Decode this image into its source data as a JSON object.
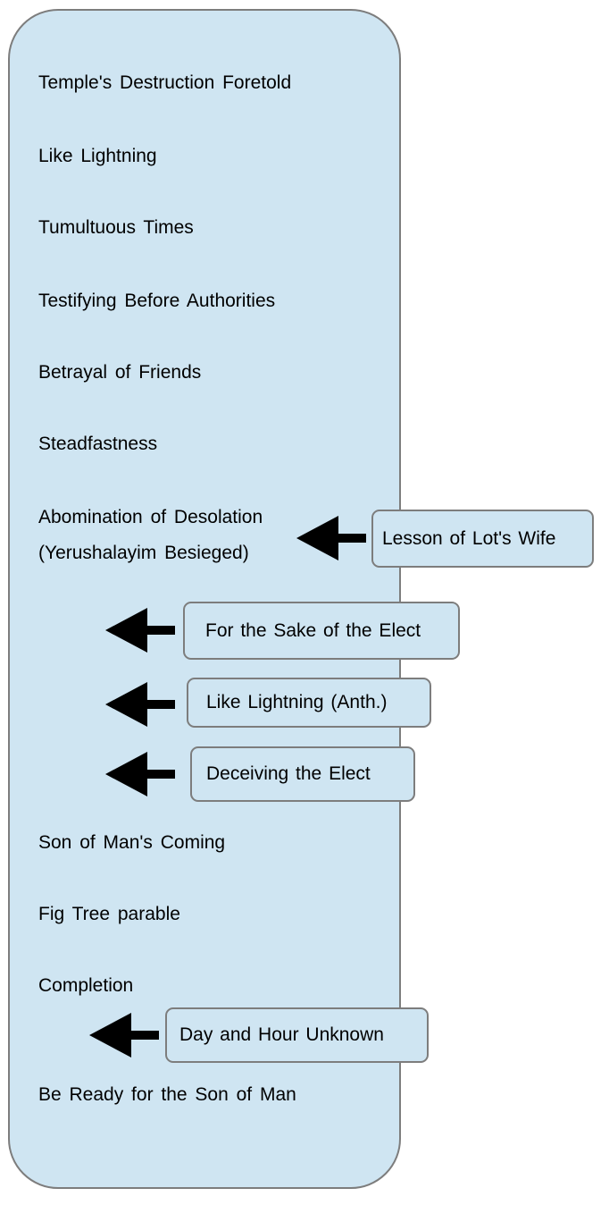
{
  "items": [
    "Temple's Destruction Foretold",
    "Like Lightning",
    "Tumultuous Times",
    "Testifying Before Authorities",
    "Betrayal of Friends",
    "Steadfastness",
    "Abomination of Desolation",
    "(Yerushalayim Besieged)",
    "Son of Man's Coming",
    "Fig Tree parable",
    "Completion",
    "Be Ready for the Son of Man"
  ],
  "callouts": [
    "Lesson of Lot's Wife",
    "For the Sake of the Elect",
    "Like Lightning (Anth.)",
    "Deceiving the Elect",
    "Day and Hour Unknown"
  ],
  "colors": {
    "fill": "#cfe5f2",
    "border": "#7d7d7d",
    "arrow": "#000000"
  }
}
